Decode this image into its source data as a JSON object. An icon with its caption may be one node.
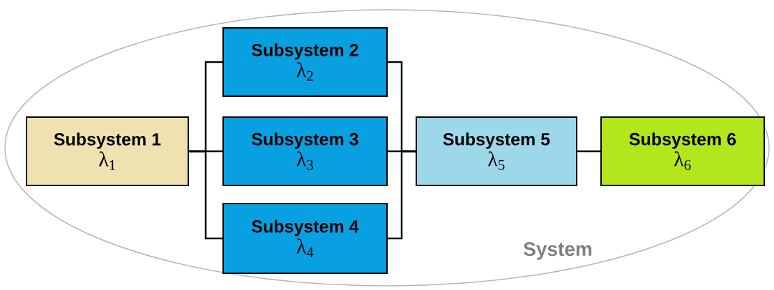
{
  "diagram": {
    "nodes": [
      {
        "text": [
          "System"
        ]
      },
      {
        "text": [
          "Subsystem 1",
          "λ$_{1}$"
        ],
        "in": 0
      },
      {
        "text": [
          "Subsystem 2",
          "λ$_{2}$"
        ],
        "in": 0
      },
      {
        "text": [
          "Subsystem 3",
          "λ$_{3}$"
        ],
        "in": 0
      },
      {
        "text": [
          "Subsystem 4",
          "λ$_{4}$"
        ],
        "in": 0
      },
      {
        "text": [
          "Subsystem 5",
          "λ$_{5}$"
        ],
        "in": 0
      },
      {
        "text": [
          "Subsystem 6",
          "λ$_{6}$"
        ],
        "in": 0
      }
    ],
    "edges": [
      {
        "from": 1,
        "to": 2,
        "arrow": "none"
      },
      {
        "from": 1,
        "to": 3,
        "arrow": "none"
      },
      {
        "from": 1,
        "to": 4,
        "arrow": "none"
      },
      {
        "from": 2,
        "to": 5,
        "arrow": "none"
      },
      {
        "from": 3,
        "to": 5,
        "arrow": "none"
      },
      {
        "from": 4,
        "to": 5,
        "arrow": "none"
      },
      {
        "from": 5,
        "to": 6,
        "arrow": "none"
      }
    ]
  }
}
